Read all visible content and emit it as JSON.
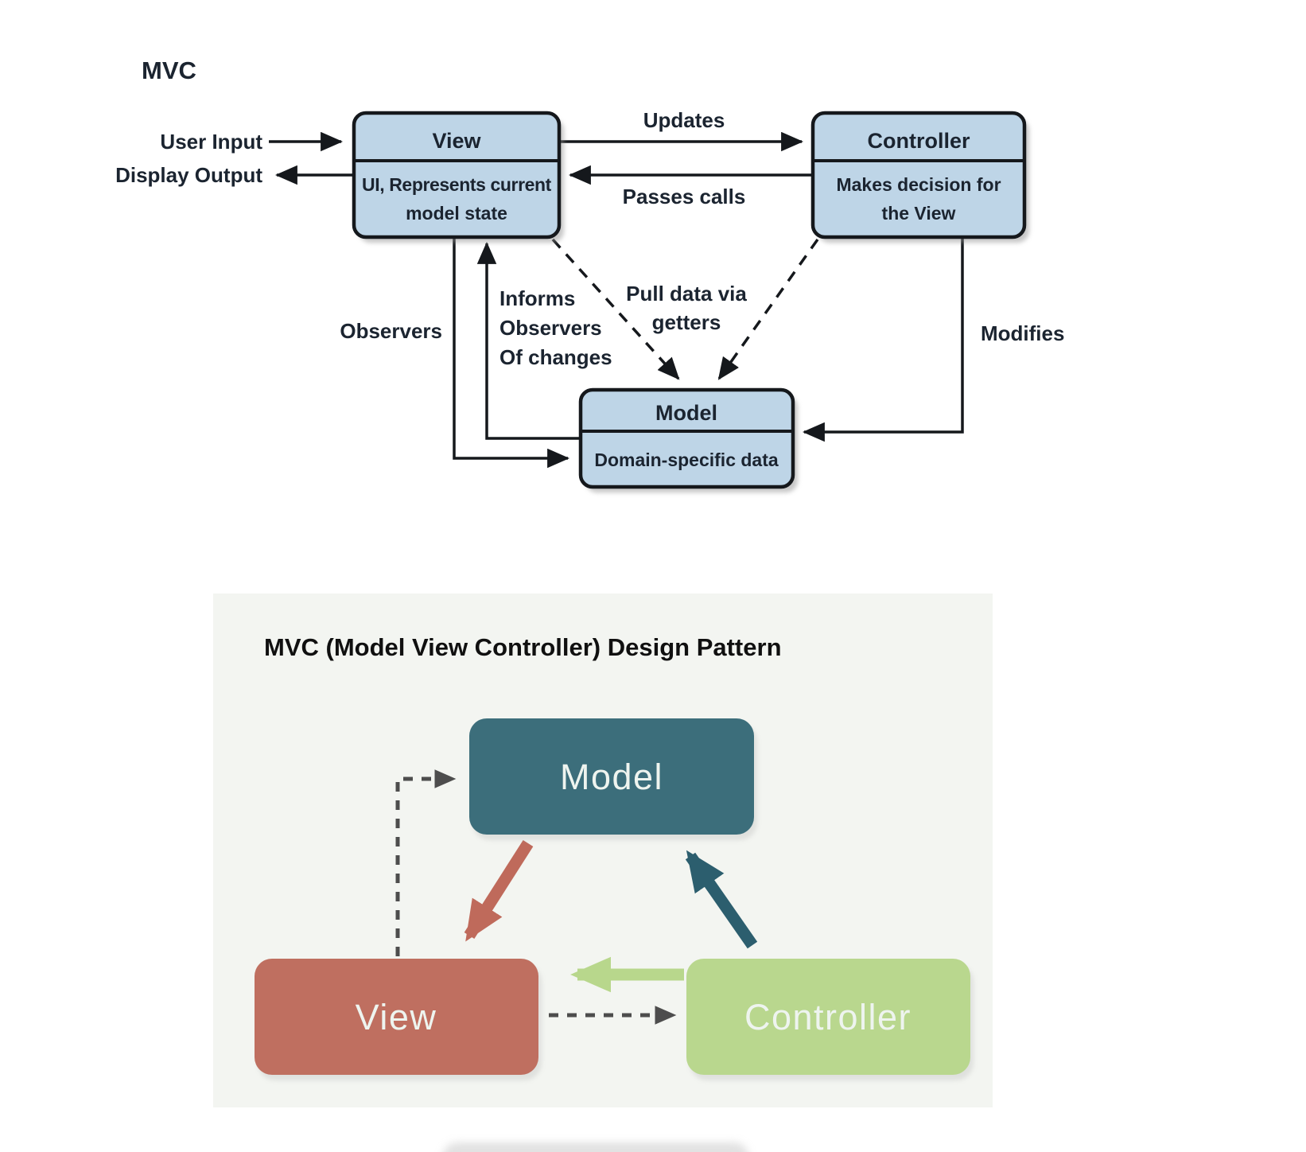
{
  "top_diagram": {
    "heading": "MVC",
    "box_fill": "#bed5e7",
    "box_border": "#15181c",
    "text_color": "#1b2430",
    "line_color": "#15181c",
    "boxes": {
      "view": {
        "title": "View",
        "body_lines": [
          "UI, Represents current",
          "model state"
        ]
      },
      "controller": {
        "title": "Controller",
        "body_lines": [
          "Makes decision for",
          "the View"
        ]
      },
      "model": {
        "title": "Model",
        "body_lines": [
          "Domain-specific data"
        ]
      }
    },
    "labels": {
      "user_input": "User Input",
      "display_output": "Display Output",
      "updates": "Updates",
      "passes_calls": "Passes calls",
      "observers": "Observers",
      "informs_lines": [
        "Informs",
        "Observers",
        "Of changes"
      ],
      "pull_lines": [
        "Pull data via",
        "getters"
      ],
      "modifies": "Modifies"
    }
  },
  "bottom_diagram": {
    "title": "MVC (Model View Controller) Design Pattern",
    "title_color": "#101010",
    "panel_fill": "#f3f5f1",
    "box_text_color": "#eef4ef",
    "boxes": {
      "model": {
        "label": "Model",
        "fill": "#3c6e7b"
      },
      "view": {
        "label": "View",
        "fill": "#bf6f60"
      },
      "controller": {
        "label": "Controller",
        "fill": "#b9d78e"
      }
    },
    "arrows": {
      "model_to_view_color": "#bf6a5b",
      "controller_to_model_color": "#2c5e6e",
      "controller_to_view_color": "#b8d78c",
      "dashed_color": "#4d4d4d"
    }
  }
}
